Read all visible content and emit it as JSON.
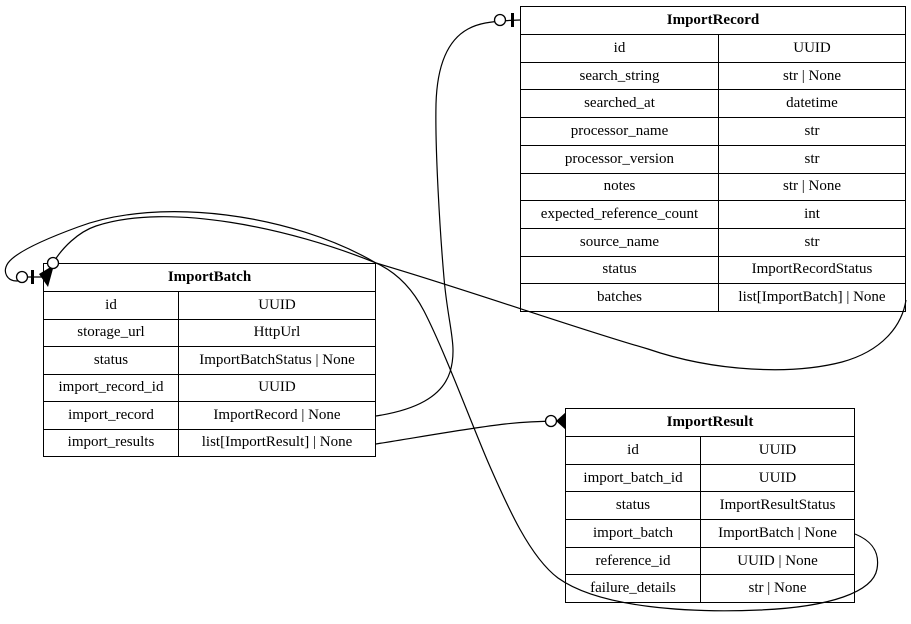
{
  "diagram": {
    "background_color": "#ffffff",
    "line_color": "#000000",
    "entities": [
      {
        "name": "ImportBatch",
        "fields": [
          {
            "name": "id",
            "type": "UUID"
          },
          {
            "name": "storage_url",
            "type": "HttpUrl"
          },
          {
            "name": "status",
            "type": "ImportBatchStatus | None"
          },
          {
            "name": "import_record_id",
            "type": "UUID"
          },
          {
            "name": "import_record",
            "type": "ImportRecord | None"
          },
          {
            "name": "import_results",
            "type": "list[ImportResult] | None"
          }
        ]
      },
      {
        "name": "ImportRecord",
        "fields": [
          {
            "name": "id",
            "type": "UUID"
          },
          {
            "name": "search_string",
            "type": "str | None"
          },
          {
            "name": "searched_at",
            "type": "datetime"
          },
          {
            "name": "processor_name",
            "type": "str"
          },
          {
            "name": "processor_version",
            "type": "str"
          },
          {
            "name": "notes",
            "type": "str | None"
          },
          {
            "name": "expected_reference_count",
            "type": "int"
          },
          {
            "name": "source_name",
            "type": "str"
          },
          {
            "name": "status",
            "type": "ImportRecordStatus"
          },
          {
            "name": "batches",
            "type": "list[ImportBatch] | None"
          }
        ]
      },
      {
        "name": "ImportResult",
        "fields": [
          {
            "name": "id",
            "type": "UUID"
          },
          {
            "name": "import_batch_id",
            "type": "UUID"
          },
          {
            "name": "status",
            "type": "ImportResultStatus"
          },
          {
            "name": "import_batch",
            "type": "ImportBatch | None"
          },
          {
            "name": "reference_id",
            "type": "UUID | None"
          },
          {
            "name": "failure_details",
            "type": "str | None"
          }
        ]
      }
    ],
    "edges": [
      {
        "from": "ImportBatch.import_record",
        "to": "ImportRecord",
        "cardinality": "0..1",
        "marker": "circle-tick"
      },
      {
        "from": "ImportBatch.import_results",
        "to": "ImportResult",
        "cardinality": "0..many",
        "marker": "circle-crowsfoot"
      },
      {
        "from": "ImportRecord.batches",
        "to": "ImportBatch",
        "cardinality": "0..many",
        "marker": "circle-crowsfoot"
      },
      {
        "from": "ImportResult.import_batch",
        "to": "ImportBatch",
        "cardinality": "0..1",
        "marker": "circle-tick"
      }
    ]
  }
}
